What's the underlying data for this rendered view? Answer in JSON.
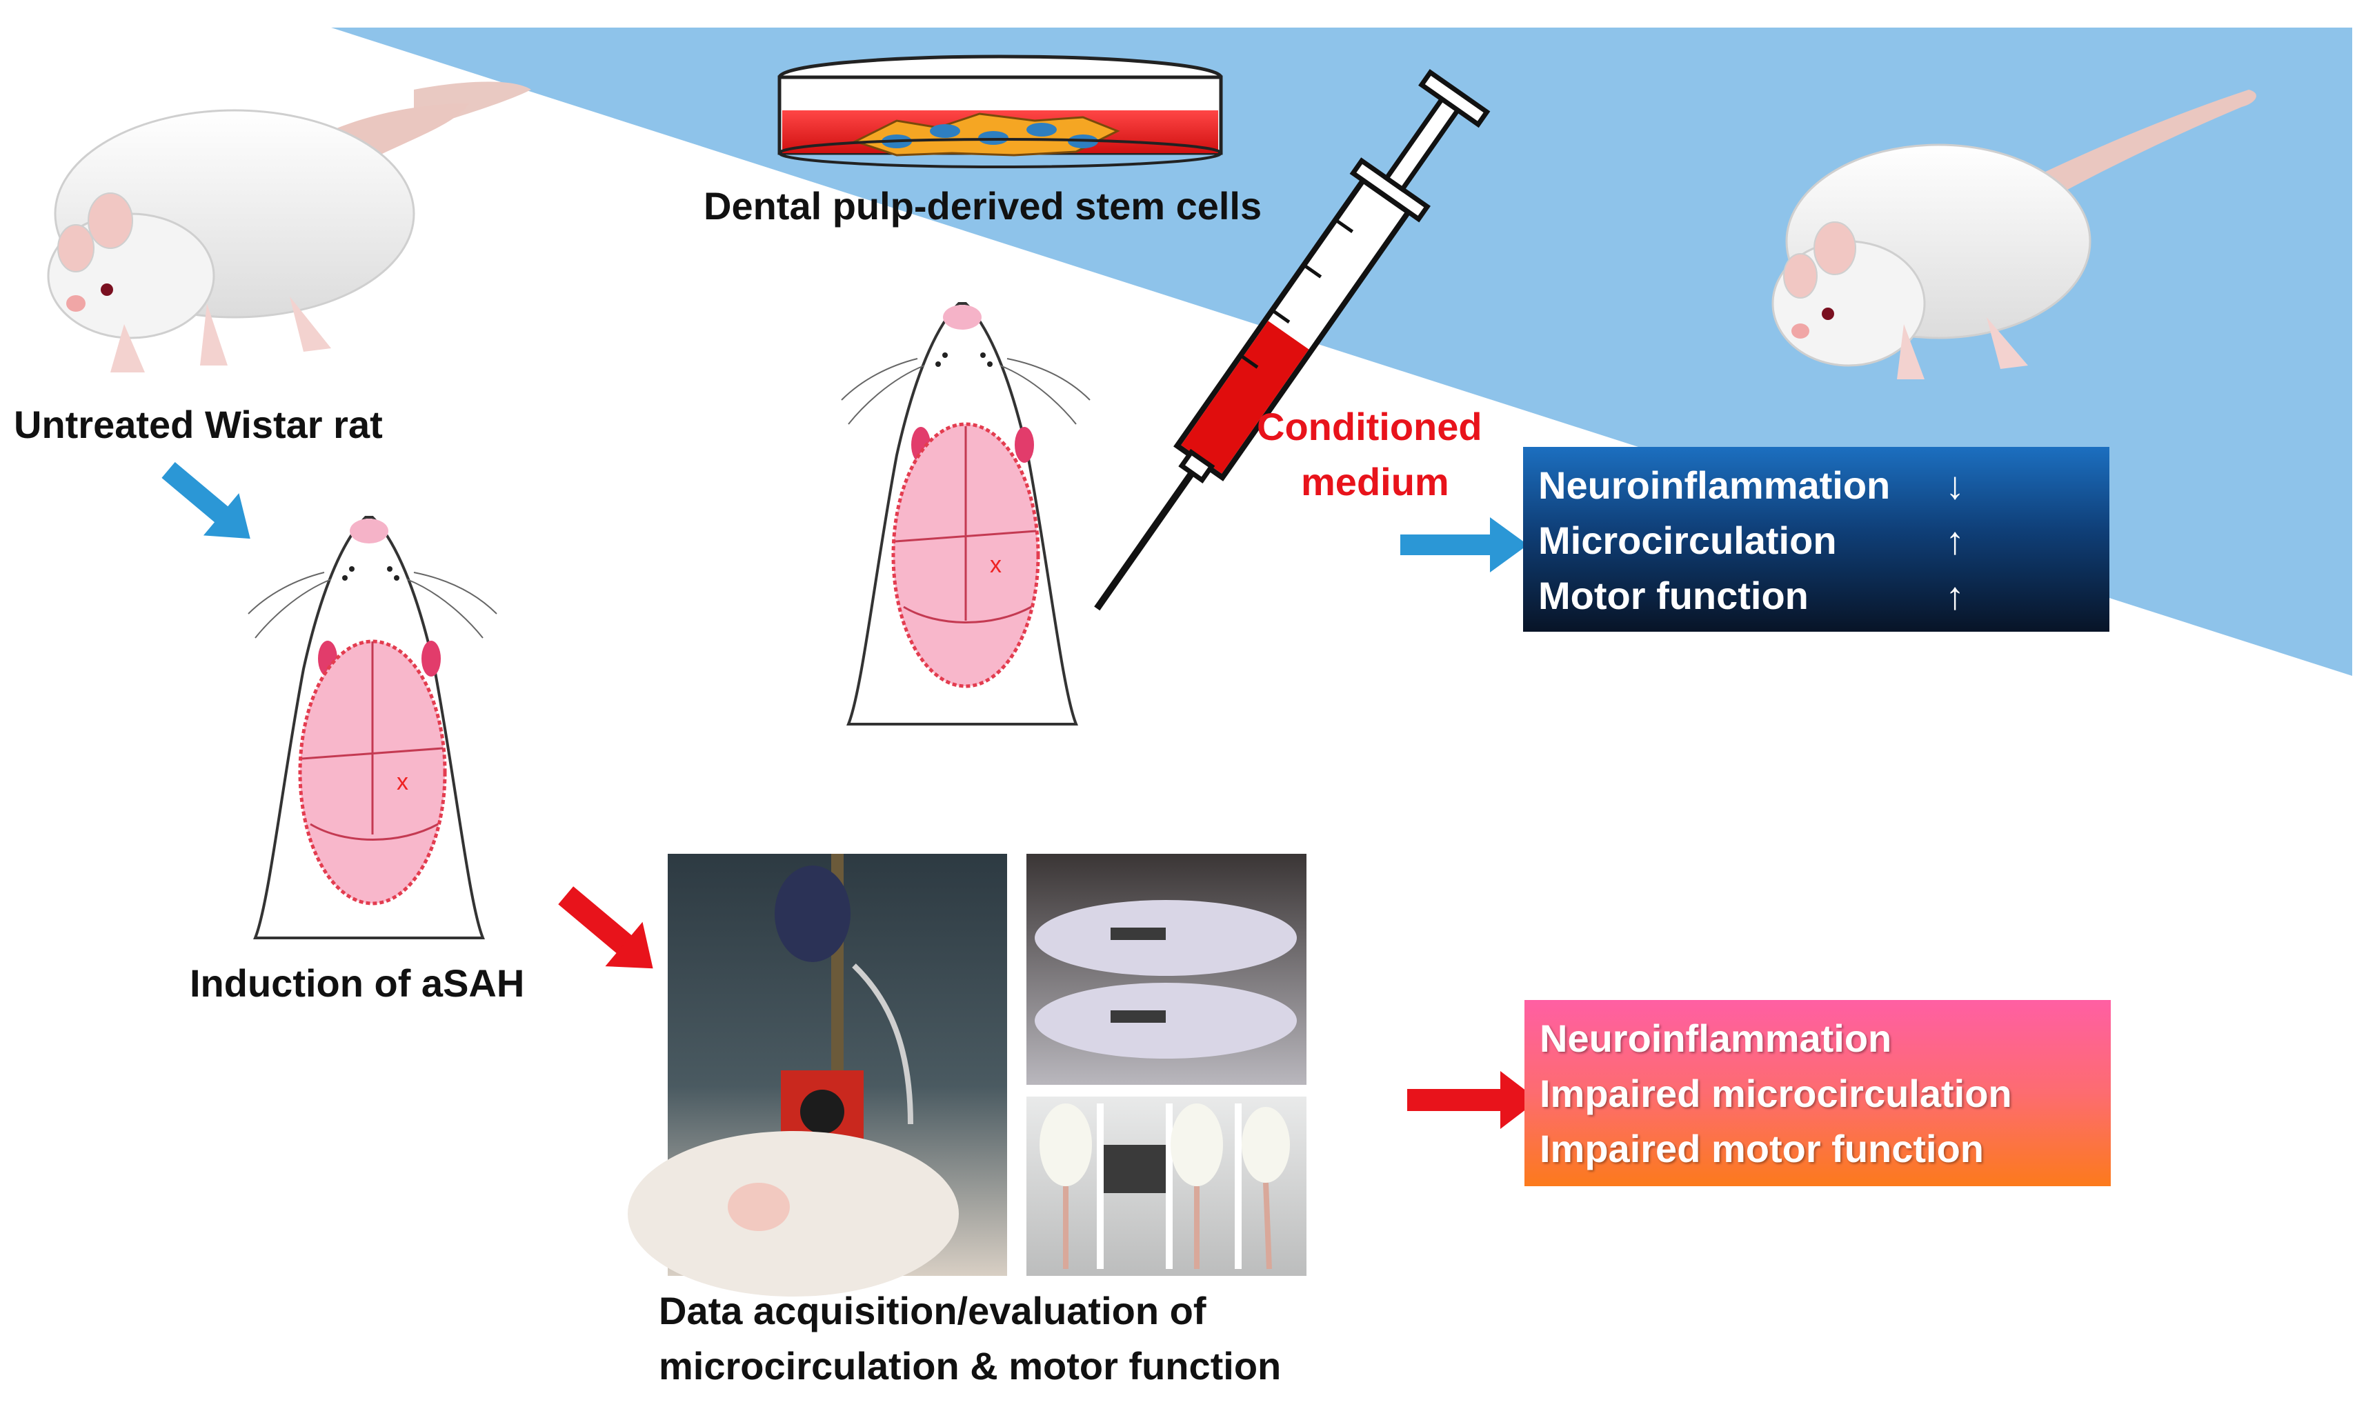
{
  "labels": {
    "stem_cells": "Dental pulp-derived stem cells",
    "untreated_rat": "Untreated Wistar rat",
    "conditioned_medium_line1": "Conditioned",
    "conditioned_medium_line2": "medium",
    "induction": "Induction of aSAH",
    "data_acq_line1": "Data acquisition/evaluation of",
    "data_acq_line2": "microcirculation & motor function"
  },
  "outcome_treated": {
    "rows": [
      {
        "label": "Neuroinflammation",
        "arrow": "↓"
      },
      {
        "label": "Microcirculation",
        "arrow": "↑"
      },
      {
        "label": "Motor function",
        "arrow": "↑"
      }
    ]
  },
  "outcome_untreated": {
    "rows": [
      {
        "label": "Neuroinflammation"
      },
      {
        "label": "Impaired microcirculation"
      },
      {
        "label": "Impaired motor function"
      }
    ]
  },
  "colors": {
    "background_band": "#8ec3ea",
    "blue_arrow": "#2b97d6",
    "red_arrow": "#e8131b",
    "treated_box_top": "#1c6fc0",
    "treated_box_bottom": "#081427",
    "untreated_box_top": "#ff5fa3",
    "untreated_box_bottom": "#fc7a1c",
    "label_red": "#e8131b"
  },
  "icons": {
    "rat_untreated": "white-rat-icon",
    "rat_treated": "white-rat-icon",
    "petri_dish": "petri-dish-icon",
    "syringe": "syringe-icon",
    "rat_head_skull": "rat-head-skull-icon"
  }
}
